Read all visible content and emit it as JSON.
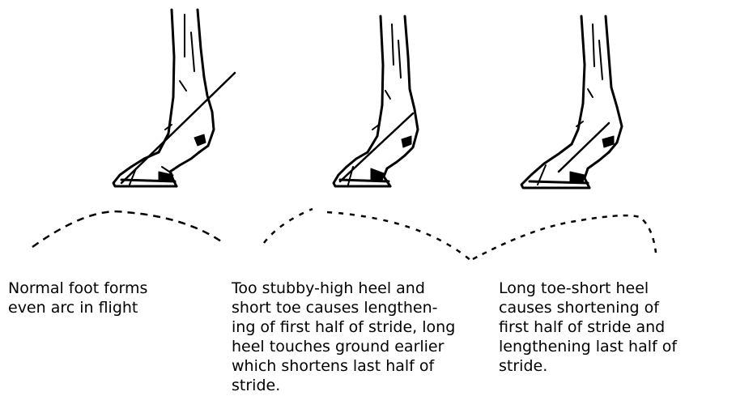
{
  "figure": {
    "panels": [
      {
        "name": "normal",
        "caption_lines": [
          "Normal foot forms",
          "even arc in flight"
        ]
      },
      {
        "name": "stubby-high-heel",
        "caption_lines": [
          "Too stubby-high heel and",
          "short toe causes lengthen-",
          "ing of first half of stride, long",
          "heel touches ground earlier",
          "which shortens last half of",
          "stride."
        ]
      },
      {
        "name": "long-toe",
        "caption_lines": [
          "Long toe-short heel",
          "causes shortening of",
          "first half of stride and",
          "lengthening last half of",
          "stride."
        ]
      }
    ]
  }
}
